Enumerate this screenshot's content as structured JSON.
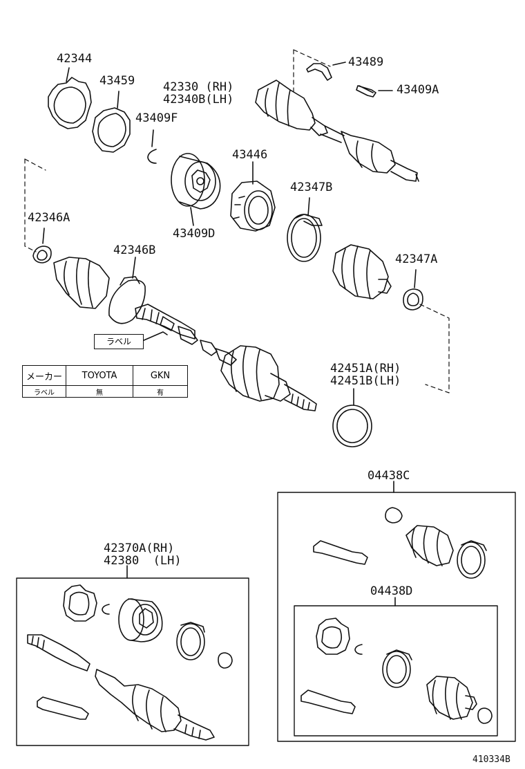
{
  "labels": {
    "p42344": "42344",
    "p43459": "43459",
    "p43409F": "43409F",
    "p42330": "42330 (RH)",
    "p42340B": "42340B(LH)",
    "p43489": "43489",
    "p43409A": "43409A",
    "p43446": "43446",
    "p42347B": "42347B",
    "p43409D": "43409D",
    "p42346A": "42346A",
    "p42346B": "42346B",
    "p42347A": "42347A",
    "p42451A": "42451A(RH)",
    "p42451B": "42451B(LH)",
    "p04438C": "04438C",
    "p42370A": "42370A(RH)",
    "p42380": "42380  (LH)",
    "p04438D": "04438D",
    "figure_id": "410334B"
  },
  "label_tag": "ラベル",
  "table": {
    "row1": [
      "メーカー",
      "TOYOTA",
      "GKN"
    ],
    "row2": [
      "ラベル",
      "無",
      "有"
    ]
  }
}
